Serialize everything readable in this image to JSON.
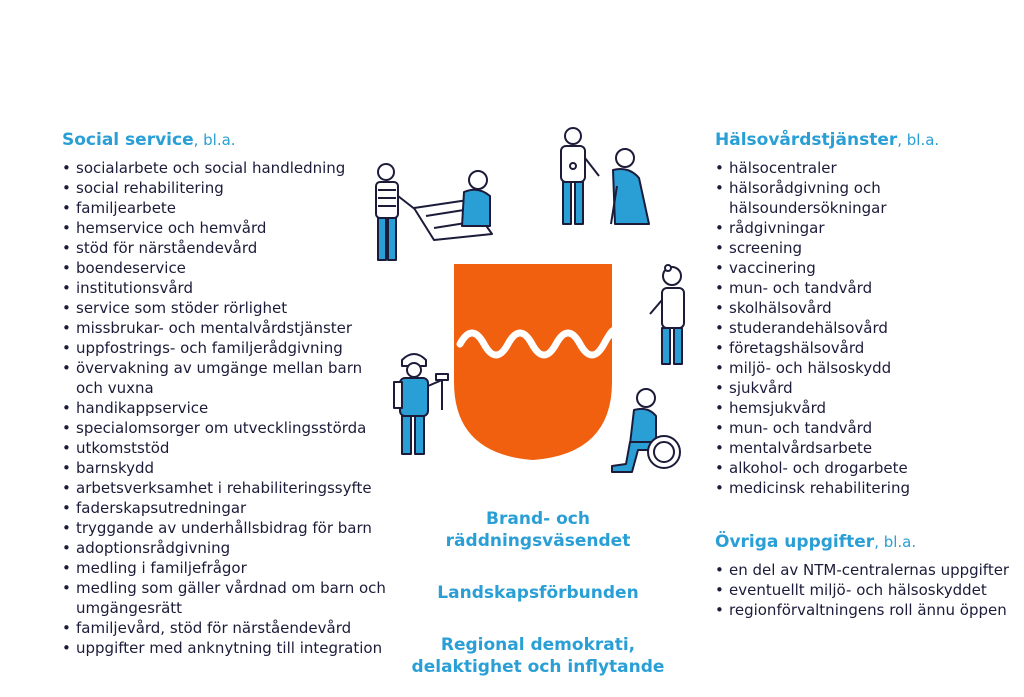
{
  "social": {
    "title": "Social service",
    "suffix": ", bl.a.",
    "items": [
      "socialarbete och social handledning",
      "social rehabilitering",
      "familjearbete",
      "hemservice och hemvård",
      "stöd för närståendevård",
      "boendeservice",
      "institutionsvård",
      "service som stöder rörlighet",
      "missbrukar- och mentalvårdstjänster",
      "uppfostrings- och familjerådgivning",
      "övervakning av umgänge mellan barn och vuxna",
      "handikappservice",
      "specialomsorger om utvecklingsstörda",
      "utkomststöd",
      "barnskydd",
      "arbetsverksamhet i rehabiliteringssyfte",
      "faderskapsutredningar",
      "tryggande av underhållsbidrag för barn",
      "adoptionsrådgivning",
      "medling i familjefrågor",
      "medling som gäller vårdnad om barn och umgängesrätt",
      "familjevård, stöd för närståendevård",
      "uppgifter med anknytning till integration"
    ]
  },
  "health": {
    "title": "Hälsovårdstjänster",
    "suffix": ", bl.a.",
    "items": [
      "hälsocentraler",
      "hälsorådgivning och hälsoundersökningar",
      "rådgivningar",
      "screening",
      "vaccinering",
      "mun- och tandvård",
      "skolhälsovård",
      "studerandehälsovård",
      "företagshälsovård",
      "miljö- och hälsoskydd",
      "sjukvård",
      "hemsjukvård",
      "mun- och tandvård",
      "mentalvårdsarbete",
      "alkohol- och drogarbete",
      "medicinsk rehabilitering"
    ]
  },
  "other": {
    "title": "Övriga uppgifter",
    "suffix": ", bl.a.",
    "items": [
      "en del av NTM-centralernas uppgifter",
      "eventuellt miljö- och hälsoskyddet",
      "regionförvaltningens roll ännu öppen"
    ]
  },
  "center": {
    "rescue": "Brand- och räddningsväsendet",
    "federation": "Landskapsförbunden",
    "democracy": "Regional demokrati, delaktighet och inflytande"
  },
  "colors": {
    "accent": "#2a9fd6",
    "shield": "#f0600f",
    "text": "#1c1c3a"
  },
  "icons": [
    "social-worker-figures-icon",
    "nurse-elderly-figures-icon",
    "dentist-figure-icon",
    "firefighter-figure-icon",
    "wheelchair-figure-icon",
    "shield-emblem-icon"
  ]
}
